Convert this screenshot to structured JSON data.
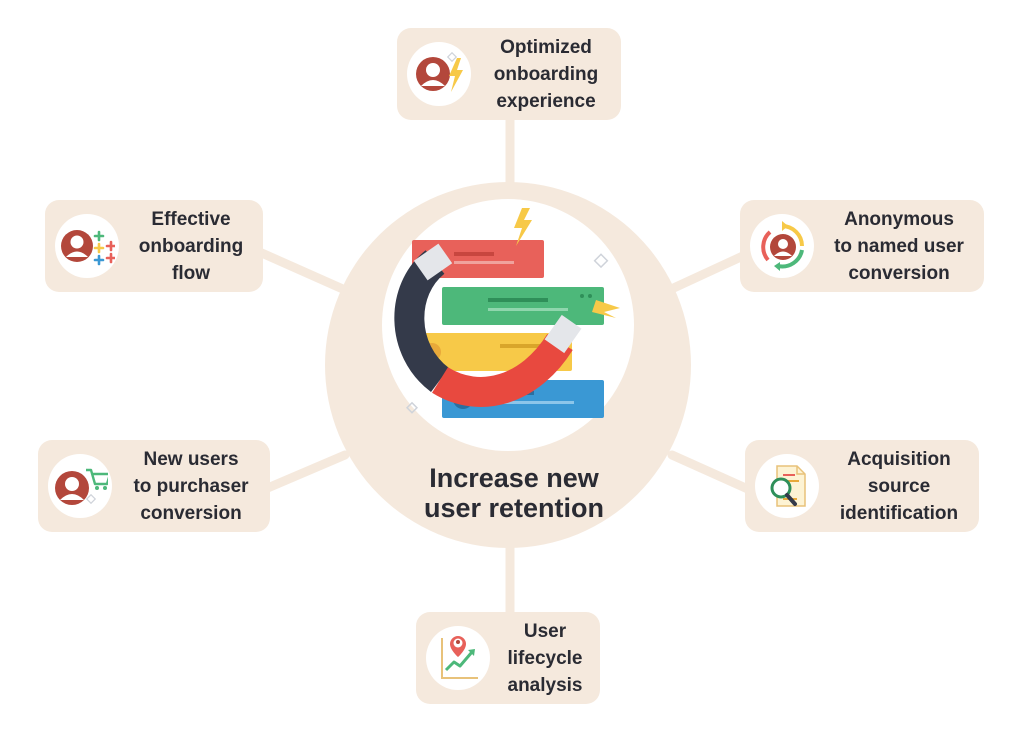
{
  "center": {
    "title_lines": [
      "Increase new",
      "user retention"
    ]
  },
  "nodes": [
    {
      "id": "optimized-onboarding",
      "lines": [
        "Optimized",
        "onboarding",
        "experience"
      ],
      "icon": "user-lightning-icon"
    },
    {
      "id": "effective-flow",
      "lines": [
        "Effective",
        "onboarding",
        "flow"
      ],
      "icon": "user-plus-grid-icon"
    },
    {
      "id": "anonymous-conversion",
      "lines": [
        "Anonymous",
        "to named user",
        "conversion"
      ],
      "icon": "user-cycle-icon"
    },
    {
      "id": "purchaser-conversion",
      "lines": [
        "New users",
        "to purchaser",
        "conversion"
      ],
      "icon": "user-cart-icon"
    },
    {
      "id": "acquisition-source",
      "lines": [
        "Acquisition",
        "source",
        "identification"
      ],
      "icon": "document-magnifier-icon"
    },
    {
      "id": "lifecycle-analysis",
      "lines": [
        "User",
        "lifecycle",
        "analysis"
      ],
      "icon": "location-chart-icon"
    }
  ],
  "colors": {
    "card_bg": "#f5e9dd",
    "ring_bg": "#f5e9dd",
    "text": "#2a2b33",
    "red": "#e8615a",
    "green": "#4db87a",
    "yellow": "#f7c948",
    "blue": "#3a98d4",
    "dark": "#343a4a",
    "avatar": "#b3473b"
  }
}
